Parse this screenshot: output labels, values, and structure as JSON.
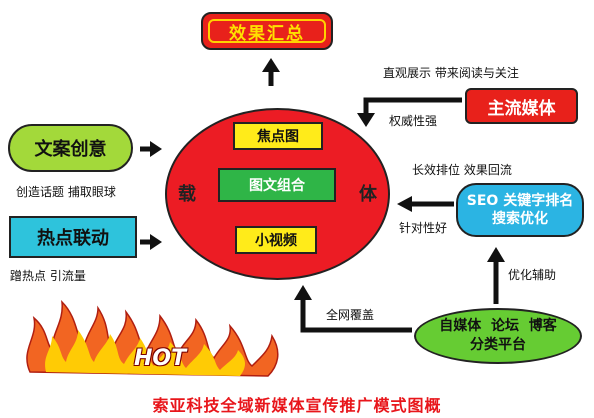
{
  "summary": {
    "label": "效果汇总"
  },
  "carrier": {
    "left_char": "载",
    "right_char": "体",
    "items": [
      "焦点图",
      "图文组合",
      "小视频"
    ]
  },
  "left": {
    "copywriting": {
      "label": "文案创意",
      "caption": "创造话题 捕取眼球"
    },
    "hotspot": {
      "label": "热点联动",
      "caption": "蹭热点 引流量"
    }
  },
  "right": {
    "mainstream": {
      "label": "主流媒体",
      "caption_top": "直观展示 带来阅读与关注",
      "caption_arrow": "权威性强"
    },
    "seo": {
      "line1": "SEO 关键字排名",
      "line2": "搜索优化",
      "caption_top": "长效排位 效果回流",
      "caption_arrow": "针对性好"
    },
    "platforms": {
      "line1": "自媒体  论坛  博客",
      "line2": "分类平台",
      "caption_up": "优化辅助",
      "caption_arrow": "全网覆盖"
    }
  },
  "hot_badge": {
    "label": "HOT"
  },
  "title": "索亚科技全域新媒体宣传推广模式图概",
  "colors": {
    "red": "#e8211b",
    "yellow": "#ffeb1a",
    "green": "#2fb547",
    "lime": "#a3d93a",
    "teal": "#2ec3dc",
    "blue": "#2bb4e3",
    "title_red": "#e8161b"
  }
}
